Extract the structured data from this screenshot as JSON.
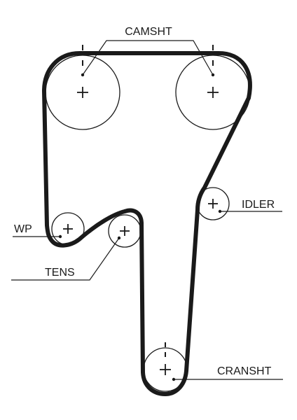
{
  "labels": {
    "camshaft": "CAMSHT",
    "idler": "IDLER",
    "water_pump": "WP",
    "tensioner": "TENS",
    "crankshaft": "CRANSHT"
  }
}
